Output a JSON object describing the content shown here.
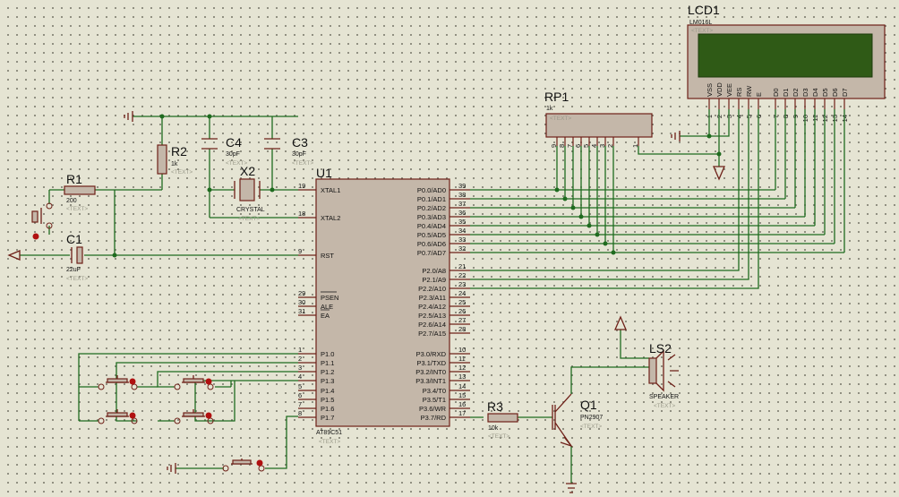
{
  "u1": {
    "ref": "U1",
    "part": "AT89C51",
    "text": "<TEXT>",
    "left_pins": [
      {
        "num": "19",
        "name": "XTAL1"
      },
      {
        "num": "18",
        "name": "XTAL2"
      },
      {
        "num": "9",
        "name": "RST"
      },
      {
        "num": "29",
        "name": "PSEN"
      },
      {
        "num": "30",
        "name": "ALE"
      },
      {
        "num": "31",
        "name": "EA"
      },
      {
        "num": "1",
        "name": "P1.0"
      },
      {
        "num": "2",
        "name": "P1.1"
      },
      {
        "num": "3",
        "name": "P1.2"
      },
      {
        "num": "4",
        "name": "P1.3"
      },
      {
        "num": "5",
        "name": "P1.4"
      },
      {
        "num": "6",
        "name": "P1.5"
      },
      {
        "num": "7",
        "name": "P1.6"
      },
      {
        "num": "8",
        "name": "P1.7"
      }
    ],
    "right_pins": [
      {
        "num": "39",
        "name": "P0.0/AD0"
      },
      {
        "num": "38",
        "name": "P0.1/AD1"
      },
      {
        "num": "37",
        "name": "P0.2/AD2"
      },
      {
        "num": "36",
        "name": "P0.3/AD3"
      },
      {
        "num": "35",
        "name": "P0.4/AD4"
      },
      {
        "num": "34",
        "name": "P0.5/AD5"
      },
      {
        "num": "33",
        "name": "P0.6/AD6"
      },
      {
        "num": "32",
        "name": "P0.7/AD7"
      },
      {
        "num": "21",
        "name": "P2.0/A8"
      },
      {
        "num": "22",
        "name": "P2.1/A9"
      },
      {
        "num": "23",
        "name": "P2.2/A10"
      },
      {
        "num": "24",
        "name": "P2.3/A11"
      },
      {
        "num": "25",
        "name": "P2.4/A12"
      },
      {
        "num": "26",
        "name": "P2.5/A13"
      },
      {
        "num": "27",
        "name": "P2.6/A14"
      },
      {
        "num": "28",
        "name": "P2.7/A15"
      },
      {
        "num": "10",
        "name": "P3.0/RXD"
      },
      {
        "num": "11",
        "name": "P3.1/TXD"
      },
      {
        "num": "12",
        "name": "P3.2/INT0"
      },
      {
        "num": "13",
        "name": "P3.3/INT1"
      },
      {
        "num": "14",
        "name": "P3.4/T0"
      },
      {
        "num": "15",
        "name": "P3.5/T1"
      },
      {
        "num": "16",
        "name": "P3.6/WR"
      },
      {
        "num": "17",
        "name": "P3.7/RD"
      }
    ]
  },
  "lcd": {
    "ref": "LCD1",
    "part": "LM016L",
    "text": "<TEXT>",
    "pins": [
      {
        "num": "1",
        "name": "VSS"
      },
      {
        "num": "2",
        "name": "VDD"
      },
      {
        "num": "3",
        "name": "VEE"
      },
      {
        "num": "4",
        "name": "RS"
      },
      {
        "num": "5",
        "name": "RW"
      },
      {
        "num": "6",
        "name": "E"
      },
      {
        "num": "7",
        "name": "D0"
      },
      {
        "num": "8",
        "name": "D1"
      },
      {
        "num": "9",
        "name": "D2"
      },
      {
        "num": "10",
        "name": "D3"
      },
      {
        "num": "11",
        "name": "D4"
      },
      {
        "num": "12",
        "name": "D5"
      },
      {
        "num": "13",
        "name": "D6"
      },
      {
        "num": "14",
        "name": "D7"
      }
    ]
  },
  "rp1": {
    "ref": "RP1",
    "value": "1k",
    "text": "<TEXT>",
    "pins": [
      "9",
      "8",
      "7",
      "6",
      "5",
      "4",
      "3",
      "2",
      "1"
    ]
  },
  "r1": {
    "ref": "R1",
    "value": "200",
    "text": "<TEXT>"
  },
  "r2": {
    "ref": "R2",
    "value": "1k",
    "text": "<TEXT>"
  },
  "r3": {
    "ref": "R3",
    "value": "10k",
    "text": "<TEXT>"
  },
  "c1": {
    "ref": "C1",
    "value": "22uF",
    "text": "<TEXT>"
  },
  "c3": {
    "ref": "C3",
    "value": "30pF",
    "text": "<TEXT>"
  },
  "c4": {
    "ref": "C4",
    "value": "30pF",
    "text": "<TEXT>"
  },
  "x2": {
    "ref": "X2",
    "value": "CRYSTAL",
    "text": "<TEXT>"
  },
  "q1": {
    "ref": "Q1",
    "value": "PN2907",
    "text": "<TEXT>"
  },
  "ls2": {
    "ref": "LS2",
    "value": "SPEAKER",
    "text": "<TEXT>"
  },
  "colors": {
    "background": "#e5e4d3",
    "wire": "#1f6b1f",
    "component": "#6e2018",
    "body_fill": "#c4b7a9",
    "lcd_screen": "#2f5a16",
    "button_dot": "#b01010"
  },
  "icons": [
    "ground-symbol",
    "power-terminal-symbol"
  ]
}
